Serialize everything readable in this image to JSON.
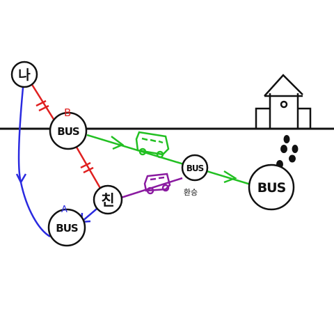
{
  "nodes": {
    "na": {
      "label": "나"
    },
    "chin": {
      "label": "친"
    },
    "bus_b": {
      "label": "BUS"
    },
    "bus_a": {
      "label": "BUS"
    },
    "bus_mid": {
      "label": "BUS"
    },
    "bus_dest": {
      "label": "BUS"
    }
  },
  "labels": {
    "b": "B",
    "a": "A",
    "transfer": "환승"
  },
  "colors": {
    "ground": "#111111",
    "red_route": "#e02020",
    "blue_route": "#2a2ae0",
    "green_route": "#22c022",
    "purple_route": "#8a1aa0"
  },
  "icons": [
    "school-building-icon",
    "footprints-icon",
    "green-bus-icon",
    "purple-bus-icon"
  ]
}
